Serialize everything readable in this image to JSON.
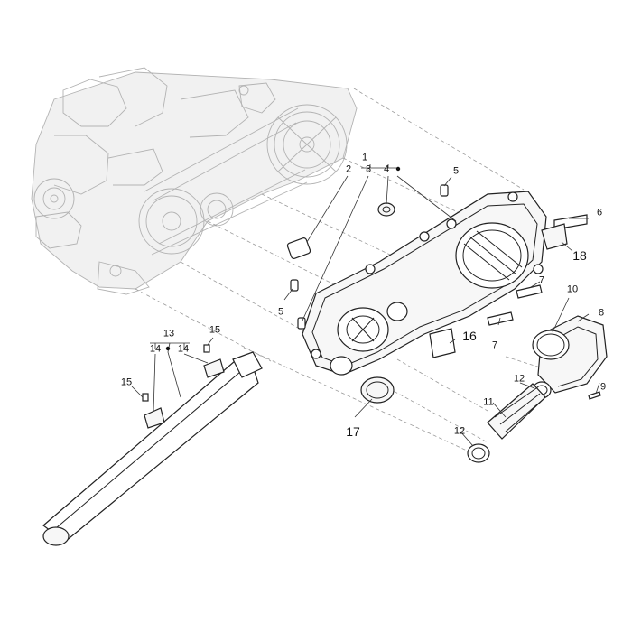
{
  "diagram": {
    "callouts": [
      {
        "id": "c1",
        "text": "1"
      },
      {
        "id": "c2",
        "text": "2"
      },
      {
        "id": "c3",
        "text": "3"
      },
      {
        "id": "c4",
        "text": "4"
      },
      {
        "id": "c5a",
        "text": "5"
      },
      {
        "id": "c5b",
        "text": "5"
      },
      {
        "id": "c6",
        "text": "6"
      },
      {
        "id": "c7a",
        "text": "7"
      },
      {
        "id": "c7b",
        "text": "7"
      },
      {
        "id": "c8",
        "text": "8"
      },
      {
        "id": "c9",
        "text": "9"
      },
      {
        "id": "c10",
        "text": "10"
      },
      {
        "id": "c11",
        "text": "11"
      },
      {
        "id": "c12a",
        "text": "12"
      },
      {
        "id": "c12b",
        "text": "12"
      },
      {
        "id": "c13",
        "text": "13"
      },
      {
        "id": "c14a",
        "text": "14"
      },
      {
        "id": "c14b",
        "text": "14"
      },
      {
        "id": "c15a",
        "text": "15"
      },
      {
        "id": "c15b",
        "text": "15"
      },
      {
        "id": "c16",
        "text": "16"
      },
      {
        "id": "c17",
        "text": "17"
      },
      {
        "id": "c18",
        "text": "18"
      }
    ]
  }
}
